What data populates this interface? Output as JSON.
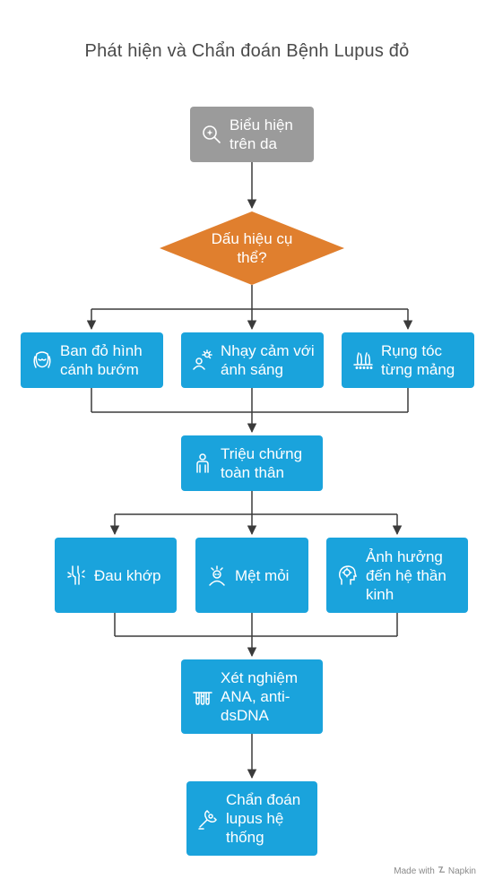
{
  "title": "Phát hiện và Chẩn đoán Bệnh Lupus đỏ",
  "colors": {
    "primary_node": "#1aa3dc",
    "start_node": "#9b9b9b",
    "decision": "#e07f2e",
    "connector": "#3b3b3b"
  },
  "nodes": {
    "start": {
      "label": "Biểu hiện trên da",
      "icon": "search-sparkle-icon"
    },
    "decision": {
      "label": "Dấu hiệu cụ thể?"
    },
    "butterfly": {
      "label": "Ban đỏ hình cánh bướm",
      "icon": "face-rash-icon"
    },
    "photosensitivity": {
      "label": "Nhạy cảm với ánh sáng",
      "icon": "person-sun-icon"
    },
    "hair_loss": {
      "label": "Rụng tóc từng mảng",
      "icon": "hair-loss-icon"
    },
    "systemic": {
      "label": "Triệu chứng toàn thân",
      "icon": "person-body-icon"
    },
    "joint_pain": {
      "label": "Đau khớp",
      "icon": "joint-pain-icon"
    },
    "fatigue": {
      "label": "Mệt mỏi",
      "icon": "tired-person-icon"
    },
    "neuro": {
      "label": "Ảnh hưởng đến hệ thần kinh",
      "icon": "brain-head-icon"
    },
    "test": {
      "label": "Xét nghiệm ANA, anti-dsDNA",
      "icon": "test-tubes-icon"
    },
    "diagnosis": {
      "label": "Chẩn đoán lupus hệ thống",
      "icon": "stethoscope-icon"
    }
  },
  "edges": [
    [
      "start",
      "decision"
    ],
    [
      "decision",
      "butterfly"
    ],
    [
      "decision",
      "photosensitivity"
    ],
    [
      "decision",
      "hair_loss"
    ],
    [
      "butterfly",
      "systemic"
    ],
    [
      "photosensitivity",
      "systemic"
    ],
    [
      "hair_loss",
      "systemic"
    ],
    [
      "systemic",
      "joint_pain"
    ],
    [
      "systemic",
      "fatigue"
    ],
    [
      "systemic",
      "neuro"
    ],
    [
      "joint_pain",
      "test"
    ],
    [
      "fatigue",
      "test"
    ],
    [
      "neuro",
      "test"
    ],
    [
      "test",
      "diagnosis"
    ]
  ],
  "footer": {
    "made_with": "Made with",
    "brand": "Napkin"
  }
}
